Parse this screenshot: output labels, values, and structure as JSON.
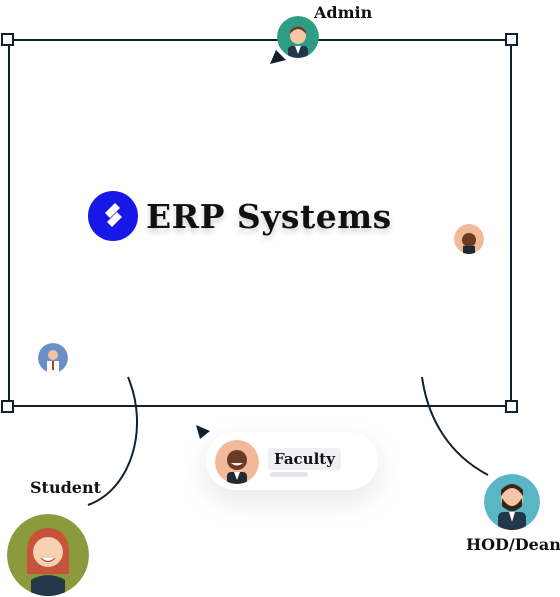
{
  "brand": {
    "title": "ERP Systems",
    "logo_color": "#1717e8"
  },
  "roles": {
    "admin": "Admin",
    "student": "Student",
    "faculty": "Faculty",
    "hod_dean": "HOD/Dean"
  },
  "icons": {
    "logo": "erp-logo-icon",
    "cursor": "pointer-arrow-icon"
  },
  "colors": {
    "frame": "#10202c",
    "admin_bg": "#2f9d86",
    "student_bg": "#8b9a3c",
    "hod_bg": "#5ab6c4",
    "faculty_bg": "#f2b89a",
    "small_avatar_bg": "#6a8fc7"
  }
}
